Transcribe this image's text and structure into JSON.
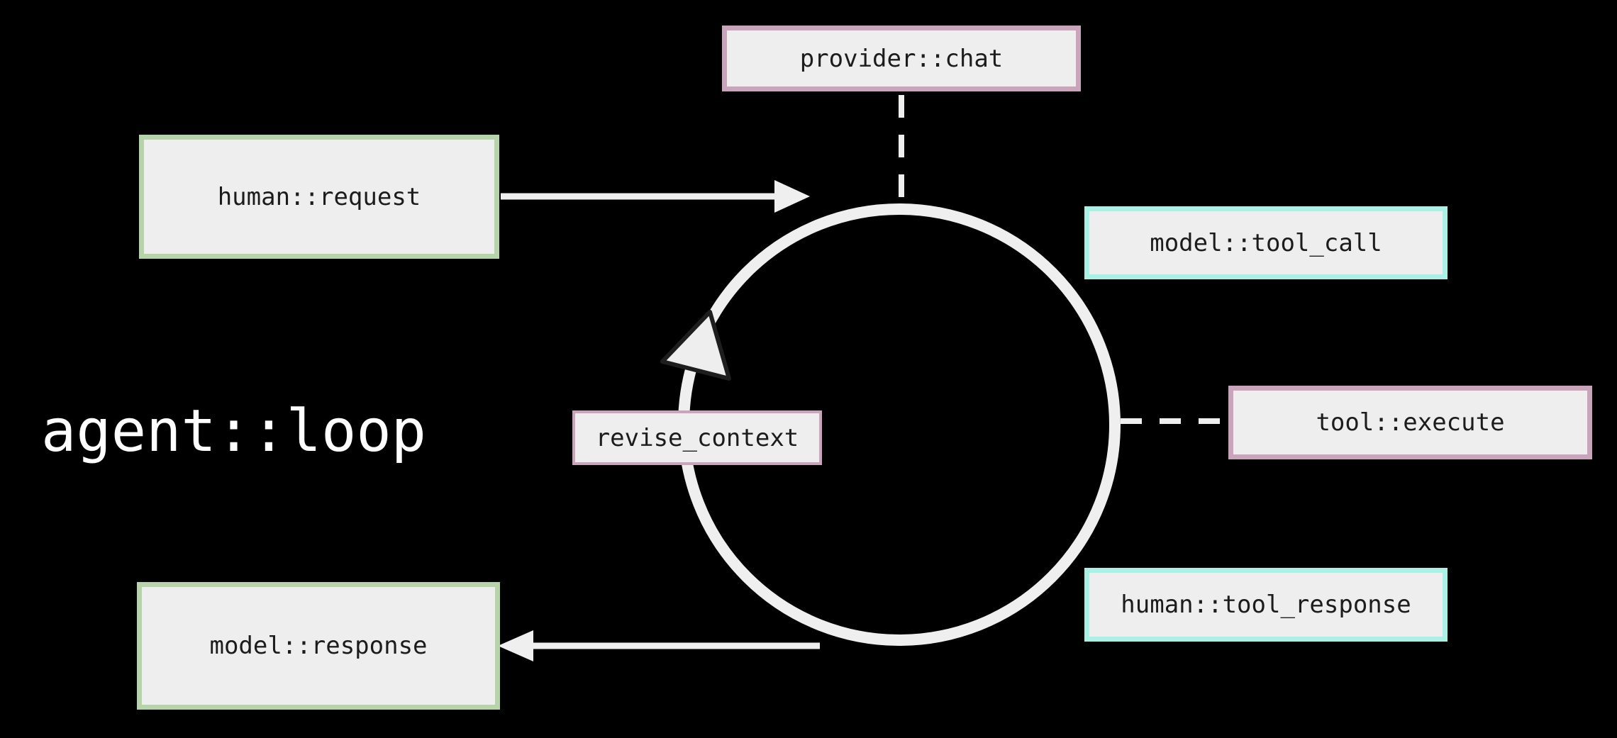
{
  "diagram": {
    "title": "agent::loop",
    "nodes": [
      {
        "id": "provider-chat",
        "label": "provider::chat",
        "accent": "pink"
      },
      {
        "id": "human-request",
        "label": "human::request",
        "accent": "green"
      },
      {
        "id": "model-tool-call",
        "label": "model::tool_call",
        "accent": "cyan"
      },
      {
        "id": "tool-execute",
        "label": "tool::execute",
        "accent": "pink"
      },
      {
        "id": "human-tool-response",
        "label": "human::tool_response",
        "accent": "cyan"
      },
      {
        "id": "model-response",
        "label": "model::response",
        "accent": "green"
      },
      {
        "id": "revise-context",
        "label": "revise_context",
        "accent": "pink"
      }
    ],
    "connectors": [
      {
        "from": "human-request",
        "to": "loop-circle",
        "style": "solid-arrow"
      },
      {
        "from": "loop-circle",
        "to": "model-response",
        "style": "solid-arrow"
      },
      {
        "from": "provider-chat",
        "to": "loop-circle",
        "style": "dashed"
      },
      {
        "from": "loop-circle",
        "to": "tool-execute",
        "style": "dashed"
      }
    ],
    "loop_direction_marker": "arrowhead-on-circle-upper-left",
    "colors": {
      "background": "#000000",
      "node_fill": "#eeeeee",
      "node_text": "#1c1c1c",
      "accent_pink": "#c9a4ba",
      "accent_green": "#b6d3a9",
      "accent_cyan": "#a9f0e5",
      "loop_stroke": "#efefef",
      "arrowhead_outline": "#1e1e1e",
      "title_text": "#ffffff"
    }
  }
}
